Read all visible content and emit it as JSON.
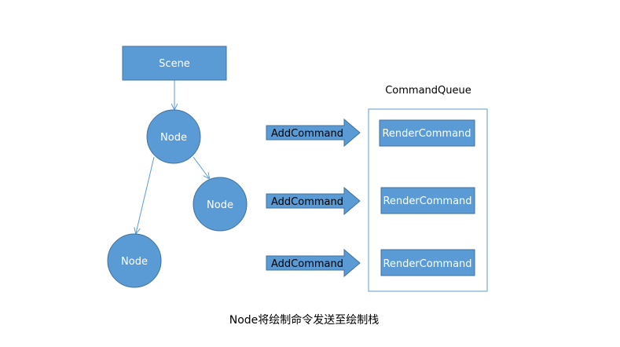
{
  "scene": {
    "label": "Scene"
  },
  "nodes": [
    {
      "label": "Node"
    },
    {
      "label": "Node"
    },
    {
      "label": "Node"
    }
  ],
  "command_queue": {
    "title": "CommandQueue",
    "commands": [
      {
        "label": "RenderCommand"
      },
      {
        "label": "RenderCommand"
      },
      {
        "label": "RenderCommand"
      }
    ]
  },
  "add_commands": [
    {
      "label": "AddCommand"
    },
    {
      "label": "AddCommand"
    },
    {
      "label": "AddCommand"
    }
  ],
  "caption": "Node将绘制命令发送至绘制栈",
  "colors": {
    "fill": "#5B9BD5",
    "stroke": "#41719C",
    "connector": "#5B9BD5"
  }
}
